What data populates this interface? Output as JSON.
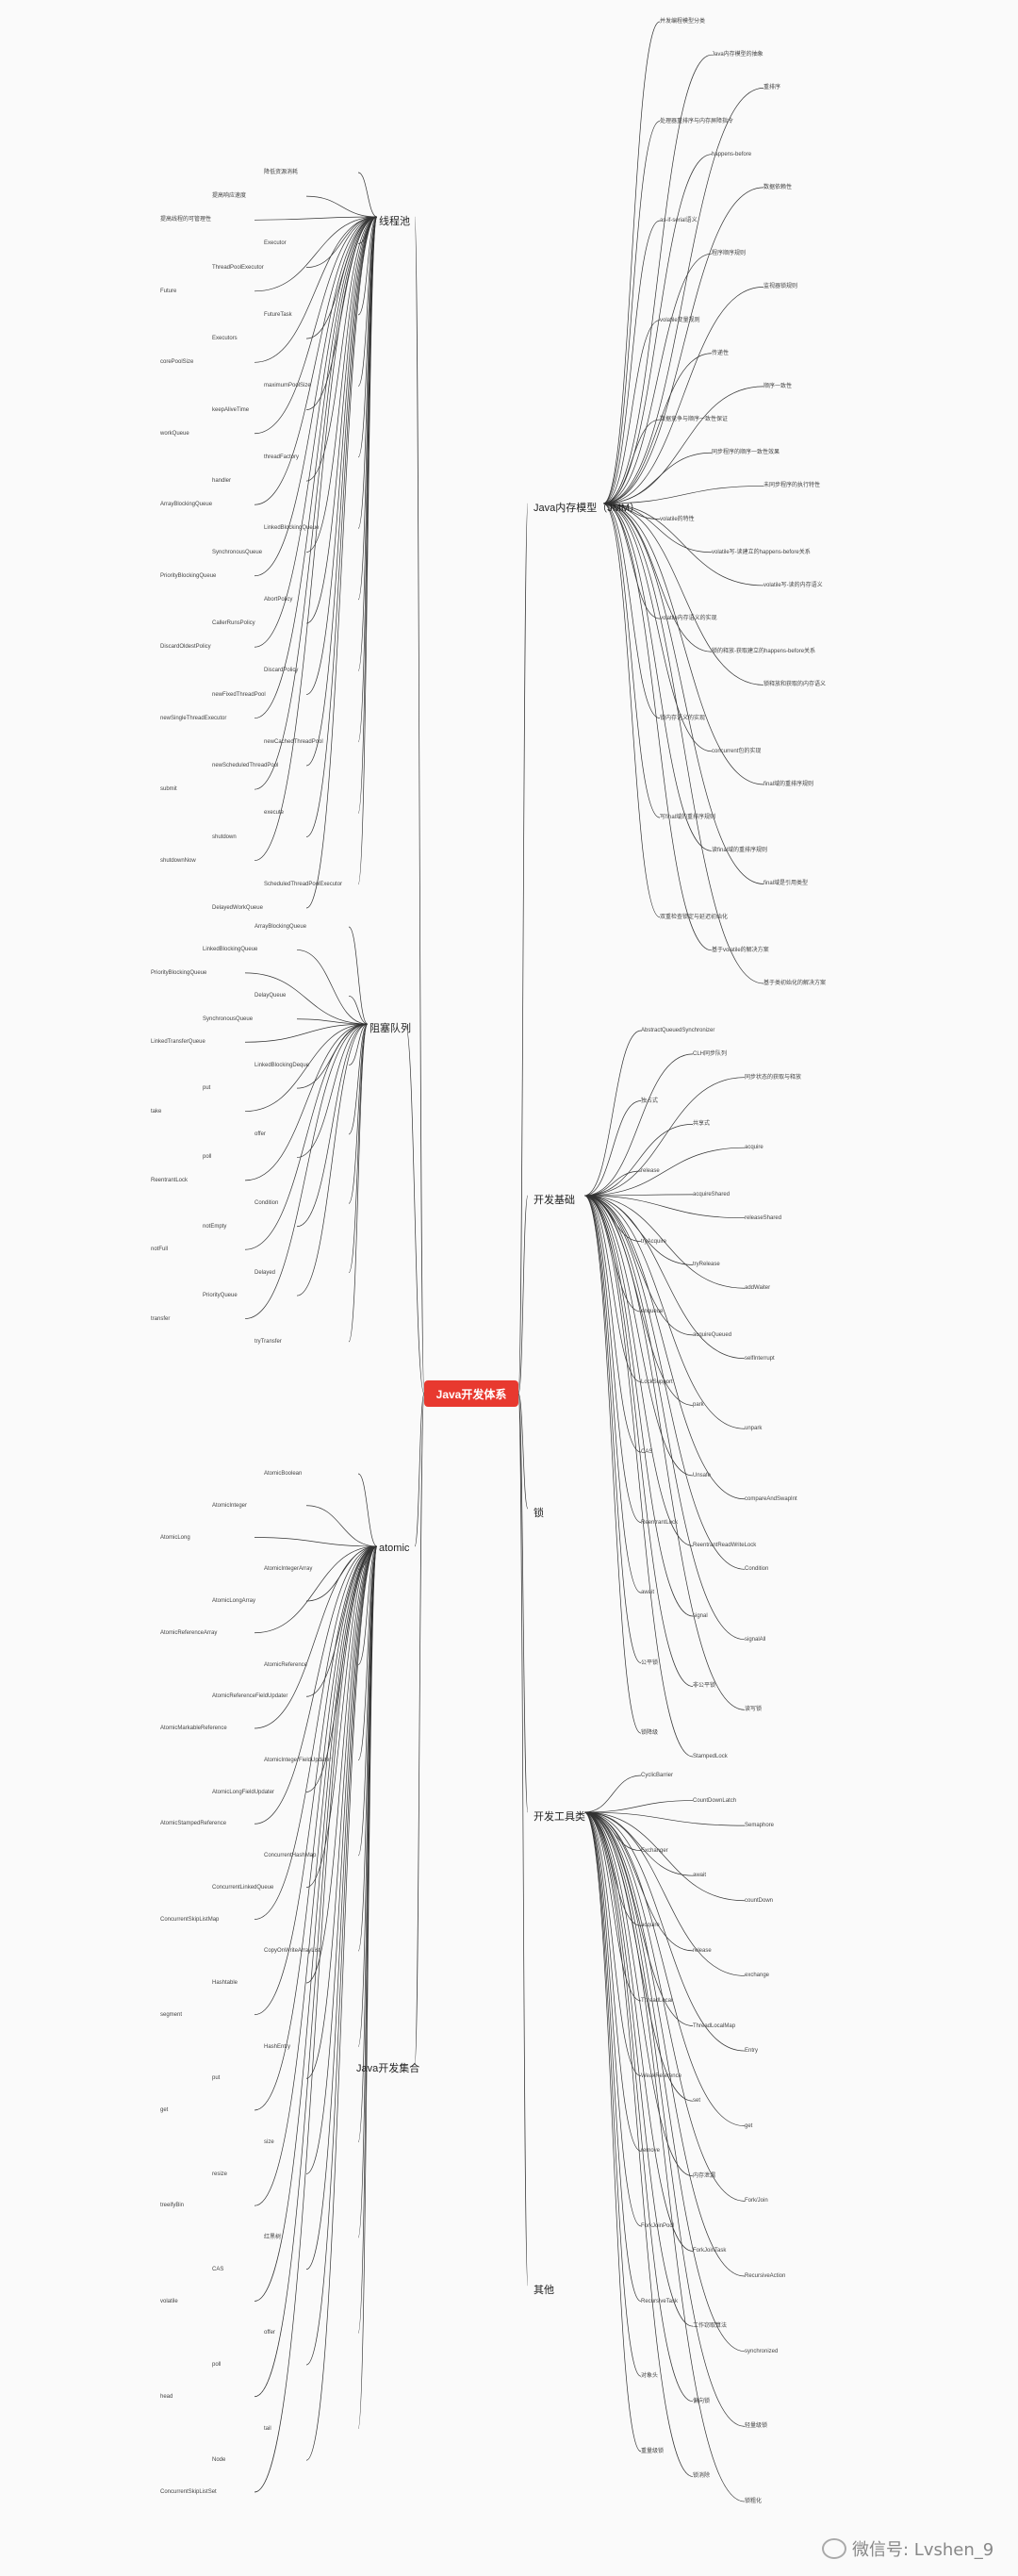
{
  "center": {
    "label": "Java开发体系"
  },
  "branches": {
    "thread_pool": "线程池",
    "blocking_queue": "阻塞队列",
    "atomic": "atomic",
    "java_collections": "Java开发集合",
    "jmm": "Java内存模型（JMM）",
    "basics": "开发基础",
    "lock": "锁",
    "dev_tools": "开发工具类",
    "other": "其他"
  },
  "left_upper_leaves": [
    "降低资源消耗",
    "提高响应速度",
    "提高线程的可管理性",
    "Executor",
    "ThreadPoolExecutor",
    "Future",
    "FutureTask",
    "Executors",
    "corePoolSize",
    "maximumPoolSize",
    "keepAliveTime",
    "workQueue",
    "threadFactory",
    "handler",
    "ArrayBlockingQueue",
    "LinkedBlockingQueue",
    "SynchronousQueue",
    "PriorityBlockingQueue",
    "AbortPolicy",
    "CallerRunsPolicy",
    "DiscardOldestPolicy",
    "DiscardPolicy",
    "newFixedThreadPool",
    "newSingleThreadExecutor",
    "newCachedThreadPool",
    "newScheduledThreadPool",
    "submit",
    "execute",
    "shutdown",
    "shutdownNow",
    "ScheduledThreadPoolExecutor",
    "DelayedWorkQueue"
  ],
  "left_middle_leaves": [
    "ArrayBlockingQueue",
    "LinkedBlockingQueue",
    "PriorityBlockingQueue",
    "DelayQueue",
    "SynchronousQueue",
    "LinkedTransferQueue",
    "LinkedBlockingDeque",
    "put",
    "take",
    "offer",
    "poll",
    "ReentrantLock",
    "Condition",
    "notEmpty",
    "notFull",
    "Delayed",
    "PriorityQueue",
    "transfer",
    "tryTransfer"
  ],
  "left_lower_leaves": [
    "AtomicBoolean",
    "AtomicInteger",
    "AtomicLong",
    "AtomicIntegerArray",
    "AtomicLongArray",
    "AtomicReferenceArray",
    "AtomicReference",
    "AtomicReferenceFieldUpdater",
    "AtomicMarkableReference",
    "AtomicIntegerFieldUpdater",
    "AtomicLongFieldUpdater",
    "AtomicStampedReference",
    "ConcurrentHashMap",
    "ConcurrentLinkedQueue",
    "ConcurrentSkipListMap",
    "CopyOnWriteArrayList",
    "Hashtable",
    "segment",
    "HashEntry",
    "put",
    "get",
    "size",
    "resize",
    "treeifyBin",
    "红黑树",
    "CAS",
    "volatile",
    "offer",
    "poll",
    "head",
    "tail",
    "Node",
    "ConcurrentSkipListSet"
  ],
  "right_upper_leaves": [
    "并发编程模型分类",
    "Java内存模型的抽象",
    "重排序",
    "处理器重排序与内存屏障指令",
    "happens-before",
    "数据依赖性",
    "as-if-serial语义",
    "程序顺序规则",
    "监视器锁规则",
    "volatile变量规则",
    "传递性",
    "顺序一致性",
    "数据竞争与顺序一致性保证",
    "同步程序的顺序一致性效果",
    "未同步程序的执行特性",
    "volatile的特性",
    "volatile写-读建立的happens-before关系",
    "volatile写-读的内存语义",
    "volatile内存语义的实现",
    "锁的释放-获取建立的happens-before关系",
    "锁释放和获取的内存语义",
    "锁内存语义的实现",
    "concurrent包的实现",
    "final域的重排序规则",
    "写final域的重排序规则",
    "读final域的重排序规则",
    "final域是引用类型",
    "双重检查锁定与延迟初始化",
    "基于volatile的解决方案",
    "基于类初始化的解决方案"
  ],
  "right_middle_leaves": [
    "AbstractQueuedSynchronizer",
    "CLH同步队列",
    "同步状态的获取与释放",
    "独占式",
    "共享式",
    "acquire",
    "release",
    "acquireShared",
    "releaseShared",
    "tryAcquire",
    "tryRelease",
    "addWaiter",
    "enqueue",
    "acquireQueued",
    "selfInterrupt",
    "LockSupport",
    "park",
    "unpark",
    "CAS",
    "Unsafe",
    "compareAndSwapInt",
    "ReentrantLock",
    "ReentrantReadWriteLock",
    "Condition",
    "await",
    "signal",
    "signalAll",
    "公平锁",
    "非公平锁",
    "读写锁",
    "锁降级",
    "StampedLock"
  ],
  "right_lower_leaves": [
    "CyclicBarrier",
    "CountDownLatch",
    "Semaphore",
    "Exchanger",
    "await",
    "countDown",
    "acquire",
    "release",
    "exchange",
    "ThreadLocal",
    "ThreadLocalMap",
    "Entry",
    "WeakReference",
    "set",
    "get",
    "remove",
    "内存泄漏",
    "Fork/Join",
    "ForkJoinPool",
    "ForkJoinTask",
    "RecursiveAction",
    "RecursiveTask",
    "工作窃取算法",
    "synchronized",
    "对象头",
    "偏向锁",
    "轻量级锁",
    "重量级锁",
    "锁消除",
    "锁粗化"
  ],
  "watermark": {
    "text": "微信号: Lvshen_9"
  }
}
